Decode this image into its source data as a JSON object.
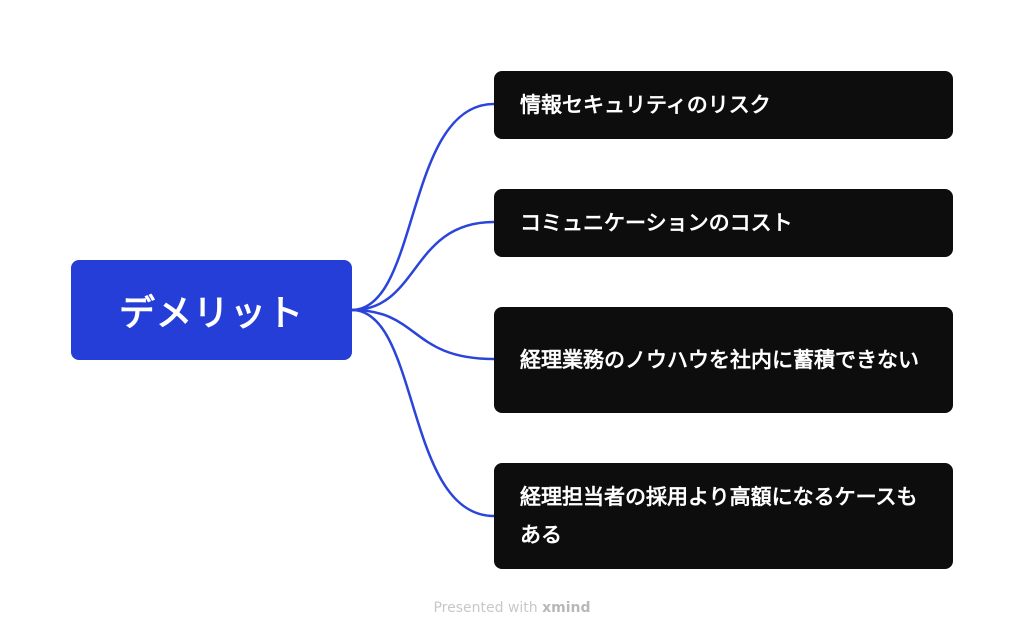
{
  "central": {
    "label": "デメリット"
  },
  "topics": [
    {
      "label": "情報セキュリティのリスク"
    },
    {
      "label": "コミュニケーションのコスト"
    },
    {
      "label": "経理業務のノウハウを社内に蓄積できない"
    },
    {
      "label": "経理担当者の採用より高額になるケースもある"
    }
  ],
  "footer": {
    "prefix": "Presented with",
    "brand": "xmind"
  },
  "colors": {
    "central_fill": "#263ed8",
    "topic_fill": "#0d0d0d",
    "connector": "#2b44d9"
  }
}
